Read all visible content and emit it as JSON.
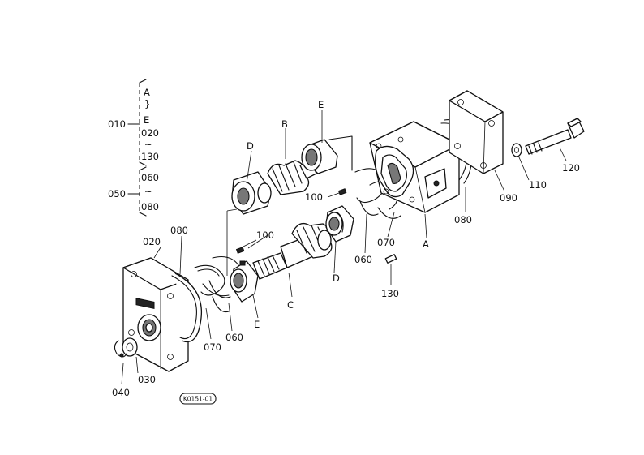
{
  "group_labels": {
    "assembly": "010",
    "seal_kit": "050",
    "range_A": "A",
    "range_E": "E",
    "range_020": "020",
    "range_130": "130",
    "range_060": "060",
    "range_080": "080"
  },
  "callouts": {
    "p020": "020",
    "p080_left": "080",
    "p100_top": "100",
    "p100_mid": "100",
    "p070_left": "070",
    "p060_left": "060",
    "p030": "030",
    "p040": "040",
    "p060_right": "060",
    "p070_right": "070",
    "p130": "130",
    "p080_right": "080",
    "p090": "090",
    "p110": "110",
    "p120": "120",
    "letter_A": "A",
    "letter_B": "B",
    "letter_C": "C",
    "letter_D_top": "D",
    "letter_D_bottom": "D",
    "letter_E_top": "E",
    "letter_E_bottom": "E"
  },
  "drawing_code": "K0151-01"
}
